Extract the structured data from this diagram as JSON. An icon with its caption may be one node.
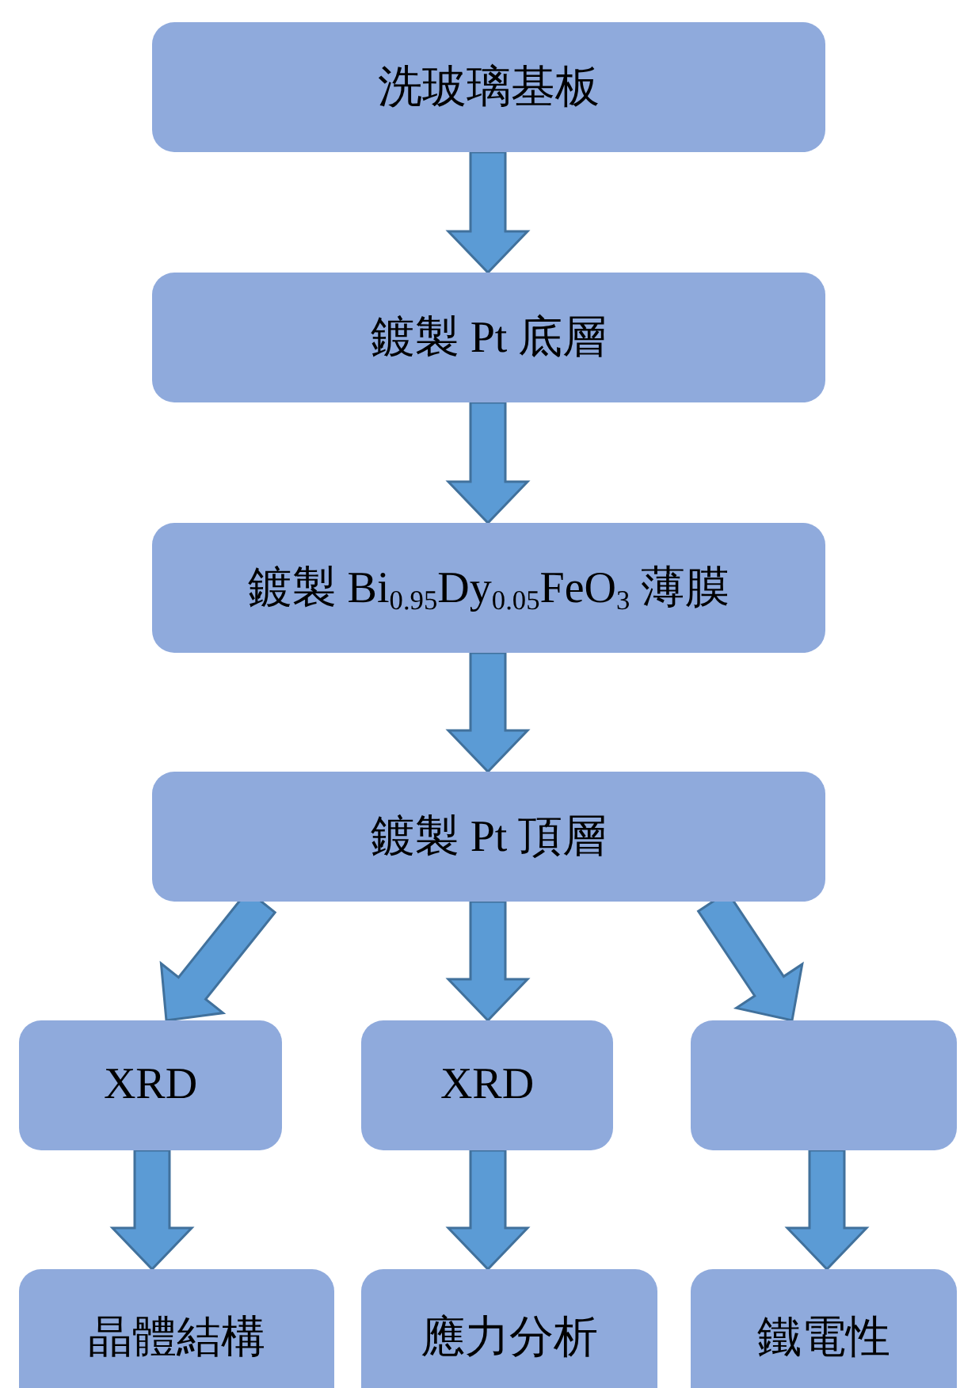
{
  "diagram": {
    "nodes": [
      {
        "text": [
          "洗玻璃基板"
        ]
      },
      {
        "text": [
          "鍍製 Pt 底層"
        ]
      },
      {
        "text": [
          "鍍製 Bi$_{0.95}$Dy$_{0.05}$FeO$_{3}$ 薄膜"
        ]
      },
      {
        "text": [
          "鍍製 Pt 頂層"
        ]
      },
      {
        "text": [
          "XRD"
        ]
      },
      {
        "text": [
          "XRD"
        ]
      },
      {
        "text": [],
        "shape": "box"
      },
      {
        "text": [
          "晶體結構"
        ]
      },
      {
        "text": [
          "應力分析"
        ]
      },
      {
        "text": [
          "鐵電性"
        ]
      }
    ],
    "edges": [
      {
        "from": 0,
        "to": 1,
        "arrow": "to"
      },
      {
        "from": 1,
        "to": 2,
        "arrow": "to"
      },
      {
        "from": 2,
        "to": 3,
        "arrow": "to"
      },
      {
        "from": 3,
        "to": 4,
        "arrow": "to"
      },
      {
        "from": 3,
        "to": 5,
        "arrow": "to"
      },
      {
        "from": 3,
        "to": 6,
        "arrow": "to"
      },
      {
        "from": 4,
        "to": 7,
        "arrow": "to"
      },
      {
        "from": 5,
        "to": 8,
        "arrow": "to"
      },
      {
        "from": 6,
        "to": 9,
        "arrow": "to"
      }
    ]
  }
}
